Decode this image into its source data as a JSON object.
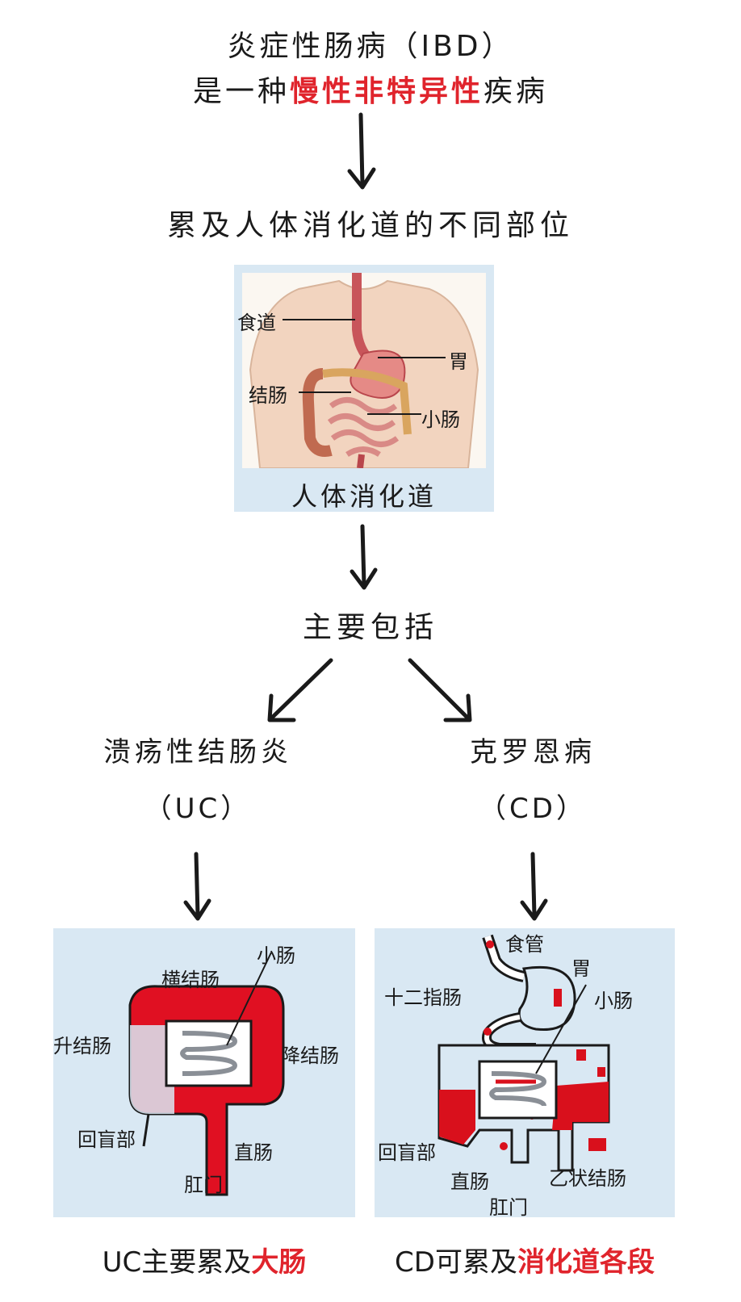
{
  "header": {
    "line1": "炎症性肠病（IBD）",
    "line2_prefix": "是一种",
    "line2_highlight": "慢性非特异性",
    "line2_suffix": "疾病"
  },
  "affects": "累及人体消化道的不同部位",
  "digestive_figure": {
    "labels": {
      "esophagus": "食道",
      "stomach": "胃",
      "colon": "结肠",
      "small_intestine": "小肠"
    },
    "caption": "人体消化道"
  },
  "main_includes": "主要包括",
  "uc": {
    "name": "溃疡性结肠炎",
    "abbr": "（UC）",
    "labels": {
      "small_intestine": "小肠",
      "transverse_colon": "横结肠",
      "ascending_colon": "升结肠",
      "descending_colon": "降结肠",
      "cecum": "回盲部",
      "rectum": "直肠",
      "anus": "肛门"
    },
    "caption_prefix": "UC主要累及",
    "caption_highlight": "大肠"
  },
  "cd": {
    "name": "克罗恩病",
    "abbr": "（CD）",
    "labels": {
      "esophagus": "食管",
      "stomach": "胃",
      "duodenum": "十二指肠",
      "small_intestine": "小肠",
      "cecum": "回盲部",
      "rectum": "直肠",
      "anus": "肛门",
      "sigmoid_colon": "乙状结肠"
    },
    "caption_prefix": "CD可累及",
    "caption_highlight": "消化道各段"
  },
  "colors": {
    "highlight_red": "#e0242c",
    "panel_blue": "#d9e8f3",
    "lesion_red": "#d9101c"
  }
}
